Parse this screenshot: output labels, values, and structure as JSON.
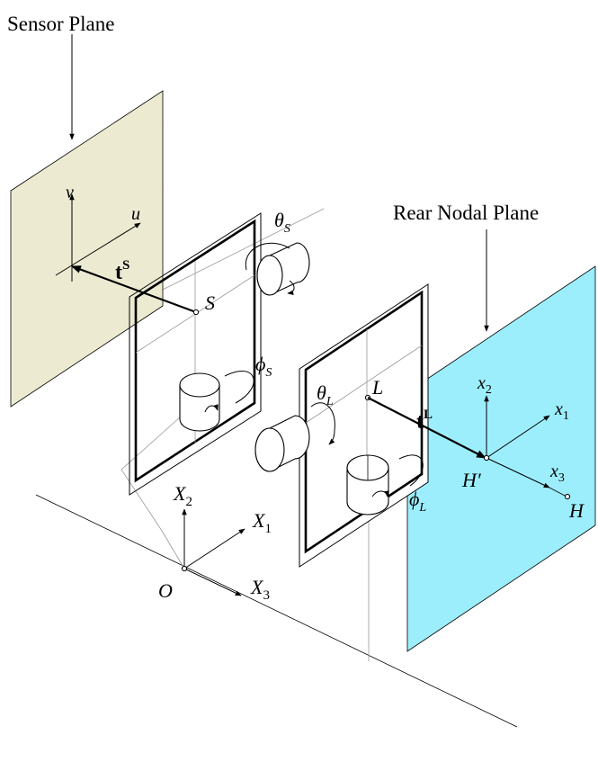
{
  "labels": {
    "sensor_plane": "Sensor Plane",
    "rear_nodal_plane": "Rear Nodal Plane",
    "v": "v",
    "u": "u",
    "t_s_base": "t",
    "t_s_sup": "S",
    "s_point": "S",
    "theta_s_base": "θ",
    "theta_s_sub": "S",
    "phi_s_base": "ϕ",
    "phi_s_sub": "S",
    "l_point": "L",
    "theta_l_base": "θ",
    "theta_l_sub": "L",
    "phi_l_base": "ϕ",
    "phi_l_sub": "L",
    "t_l_base": "t",
    "t_l_sup": "L",
    "x2_base": "x",
    "x2_sub": "2",
    "x1_base": "x",
    "x1_sub": "1",
    "x3_base": "x",
    "x3_sub": "3",
    "h_prime": "H′",
    "h_point": "H",
    "X2_base": "X",
    "X2_sub": "2",
    "X1_base": "X",
    "X1_sub": "1",
    "X3_base": "X",
    "X3_sub": "3",
    "origin": "O"
  },
  "colors": {
    "sensor_plane_fill": "#ecebd2",
    "nodal_plane_fill": "#9deefc",
    "line": "#000000",
    "guide_line": "#9a9a9a"
  }
}
